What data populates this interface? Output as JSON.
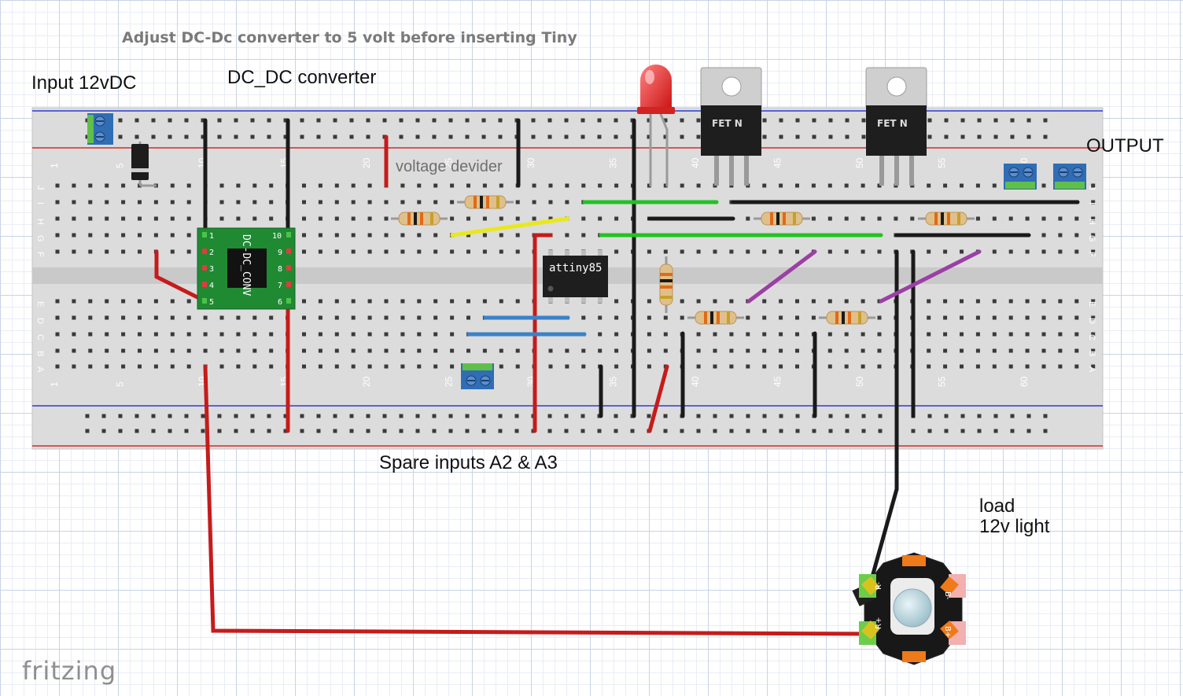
{
  "labels": {
    "note": "Adjust DC-Dc converter to 5 volt before inserting Tiny",
    "input": "Input 12vDC",
    "converter": "DC_DC converter",
    "output": "OUTPUT",
    "divider": "voltage devider",
    "spare": "Spare inputs A2 & A3",
    "load_line1": "load",
    "load_line2": "12v light"
  },
  "brand": "fritzing",
  "components": {
    "converter_text": "DC-DC_CONV",
    "converter_pins": [
      "1",
      "2",
      "3",
      "4",
      "5",
      "10",
      "9",
      "8",
      "7",
      "6"
    ],
    "chip_text": "attiny85",
    "fet_text": "FET N",
    "led_pads": [
      "R-",
      "R+",
      "B-",
      "B+"
    ]
  },
  "breadboard": {
    "row_letters_top": [
      "J",
      "I",
      "H",
      "G",
      "F"
    ],
    "row_letters_bottom": [
      "E",
      "D",
      "C",
      "B",
      "A"
    ],
    "column_numbers": [
      "1",
      "5",
      "10",
      "15",
      "20",
      "25",
      "30",
      "35",
      "40",
      "45",
      "50",
      "55",
      "60"
    ]
  },
  "colors": {
    "wire_red": "#c61b1b",
    "wire_black": "#1a1a1a",
    "wire_green": "#22c322",
    "wire_yellow": "#e8e81e",
    "wire_blue": "#3b82c8",
    "wire_purple": "#9b3fa5",
    "pcb_green": "#1f8a32",
    "terminal_blue": "#2f6db5"
  }
}
